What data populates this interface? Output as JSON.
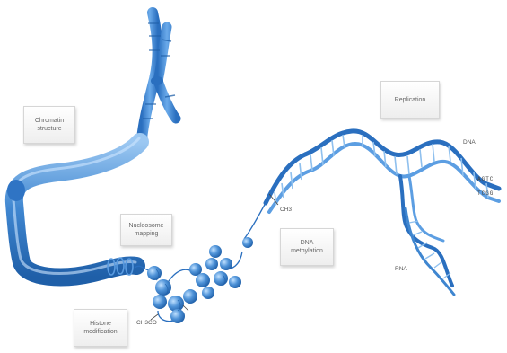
{
  "labels": {
    "chromatin_structure": {
      "line1": "Chromatin",
      "line2": "structure"
    },
    "nucleosome_mapping": {
      "line1": "Nucleosome",
      "line2": "mapping"
    },
    "histone_modification": {
      "line1": "Histone",
      "line2": "modification"
    },
    "dna_methylation": {
      "line1": "DNA",
      "line2": "methylation"
    },
    "replication": {
      "line1": "Replication"
    }
  },
  "annotations": {
    "ch3": "CH3",
    "ch3co": "CH3CO",
    "dna": "DNA",
    "rna": "RNA",
    "bases_top": "AGTC",
    "bases_bottom": "TCGG"
  },
  "colors": {
    "primary_blue": "#3f86d0",
    "light_blue": "#8fc0ee",
    "dark_blue": "#1f5fa8",
    "label_text": "#666666"
  }
}
